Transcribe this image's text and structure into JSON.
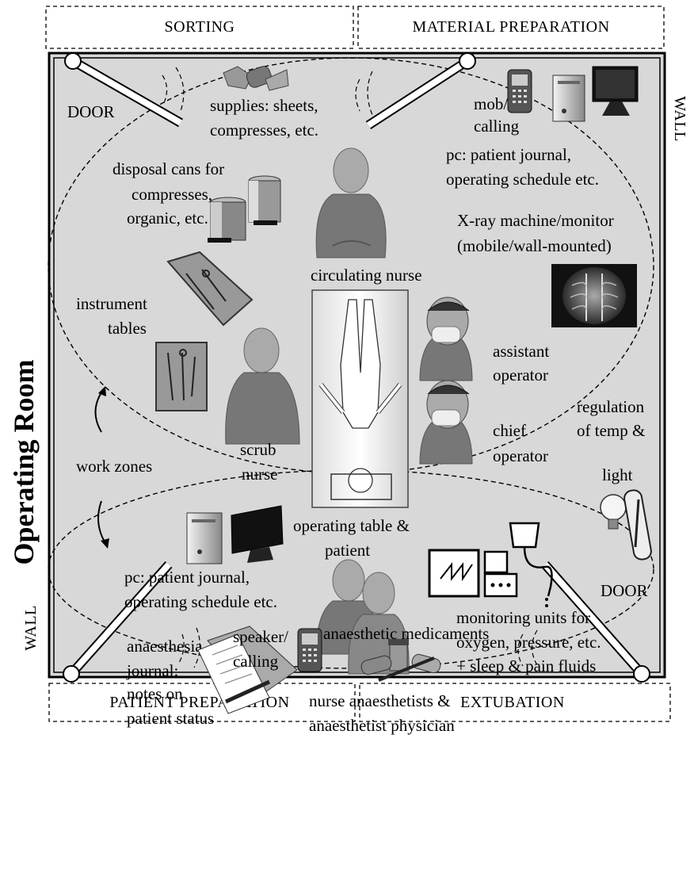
{
  "title": "Operating Room",
  "zones": {
    "sorting": "SORTING",
    "material_preparation": "MATERIAL PREPARATION",
    "patient_preparation": "PATIENT PREPARATION",
    "extubation": "EXTUBATION"
  },
  "walls": {
    "right": "WALL",
    "left": "WALL"
  },
  "doors": {
    "top_left": "DOOR",
    "bottom_right": "DOOR"
  },
  "labels": {
    "supplies": [
      "supplies: sheets,",
      "compresses, etc."
    ],
    "mob_calling": [
      "mob/",
      "calling"
    ],
    "pc_top": [
      "pc: patient journal,",
      "operating schedule etc."
    ],
    "disposal": [
      "disposal cans for",
      "compresses,",
      "organic, etc."
    ],
    "xray": [
      "X-ray machine/monitor",
      "(mobile/wall-mounted)"
    ],
    "circulating_nurse": [
      "circulating nurse"
    ],
    "instrument_tables": [
      "instrument",
      "tables"
    ],
    "assistant_operator": [
      "assistant",
      "operator"
    ],
    "chief_operator": [
      "chief",
      "operator"
    ],
    "regulation": [
      "regulation",
      "of temp &",
      "light"
    ],
    "scrub_nurse": [
      "scrub",
      "nurse"
    ],
    "work_zones": [
      "work zones"
    ],
    "operating_table": [
      "operating table &",
      "patient"
    ],
    "pc_bottom": [
      "pc: patient journal,",
      "operating schedule etc."
    ],
    "monitoring": [
      "monitoring units for",
      "oxygen, pressure, etc.",
      "+ sleep & pain fluids"
    ],
    "anaesthesia_journal": [
      "anaesthesia",
      "journal:",
      "notes on",
      "patient status"
    ],
    "nurse_anaesthetists": [
      "nurse anaesthetists &",
      "anaesthetist physician"
    ],
    "speaker": [
      "speaker/",
      "calling"
    ],
    "medicaments": [
      "anaesthetic medicaments"
    ]
  }
}
